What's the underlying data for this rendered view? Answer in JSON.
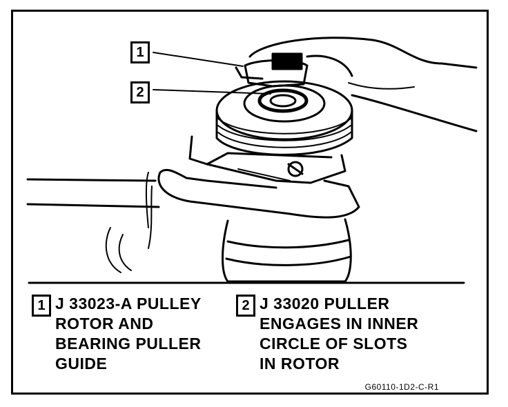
{
  "callouts": [
    {
      "number": "1"
    },
    {
      "number": "2"
    }
  ],
  "legend": [
    {
      "number": "1",
      "lines": [
        "J 33023-A PULLEY",
        "ROTOR AND",
        "BEARING PULLER",
        "GUIDE"
      ]
    },
    {
      "number": "2",
      "lines": [
        "J 33020 PULLER",
        "ENGAGES IN INNER",
        "CIRCLE OF SLOTS",
        "IN ROTOR"
      ]
    }
  ],
  "figure_code": "G60110-1D2-C-R1"
}
